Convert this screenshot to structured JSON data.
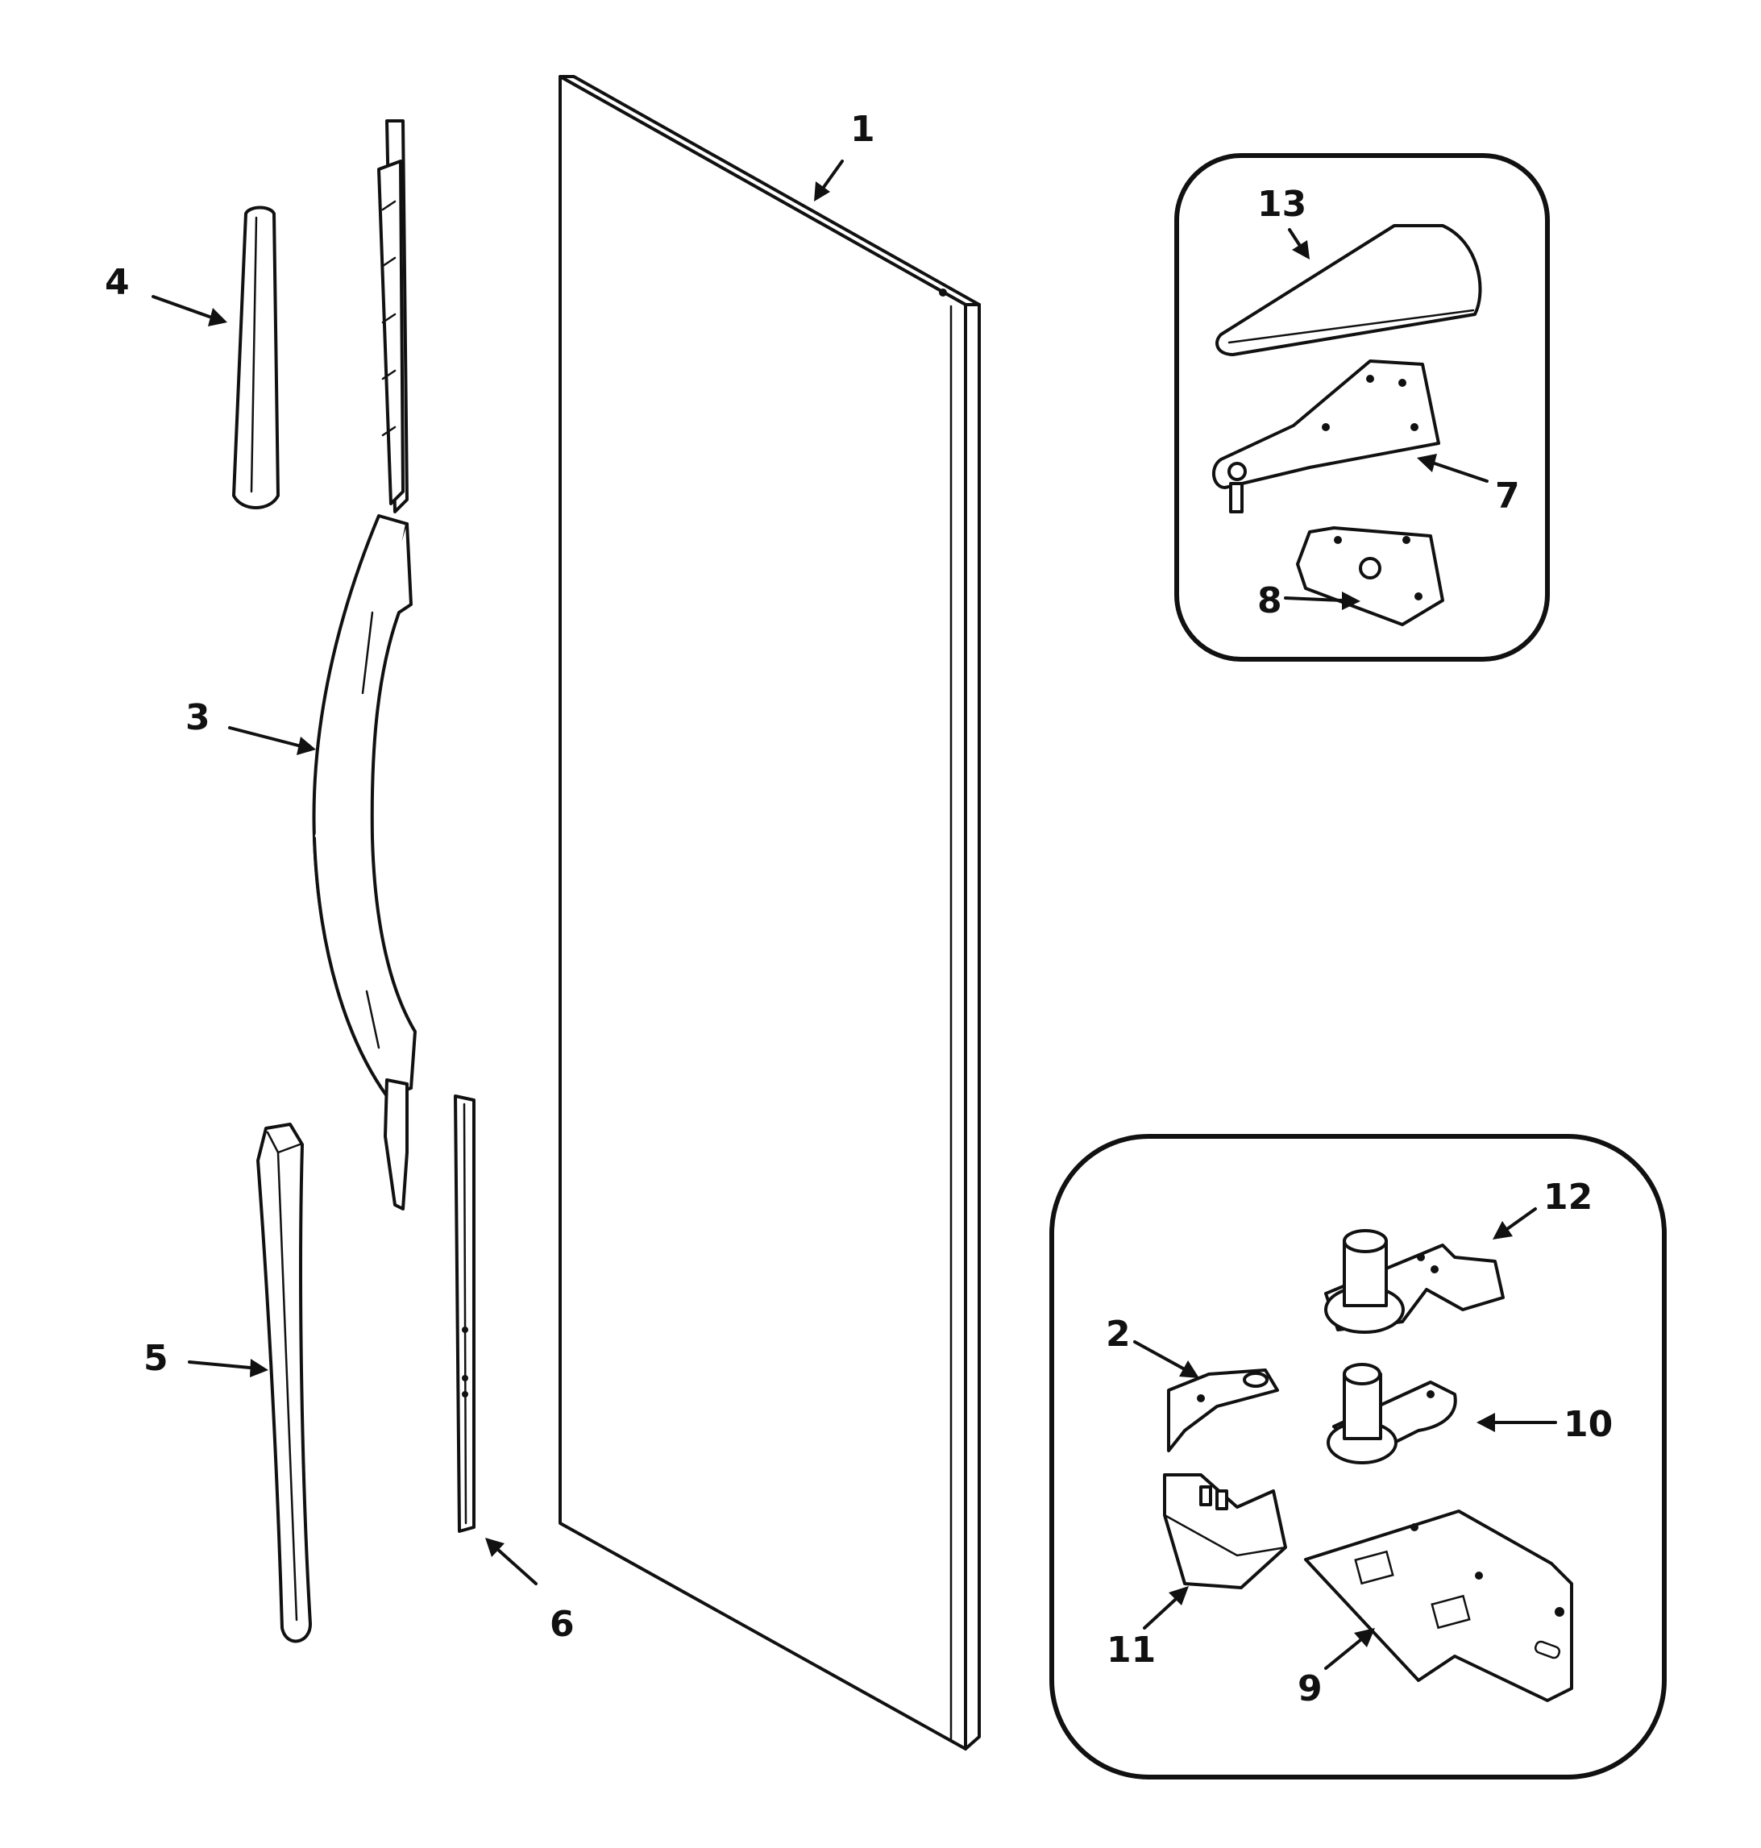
{
  "diagram": {
    "callouts": [
      {
        "id": "1",
        "label": "1"
      },
      {
        "id": "2",
        "label": "2"
      },
      {
        "id": "3",
        "label": "3"
      },
      {
        "id": "4",
        "label": "4"
      },
      {
        "id": "5",
        "label": "5"
      },
      {
        "id": "6",
        "label": "6"
      },
      {
        "id": "7",
        "label": "7"
      },
      {
        "id": "8",
        "label": "8"
      },
      {
        "id": "9",
        "label": "9"
      },
      {
        "id": "10",
        "label": "10"
      },
      {
        "id": "11",
        "label": "11"
      },
      {
        "id": "12",
        "label": "12"
      },
      {
        "id": "13",
        "label": "13"
      }
    ],
    "colors": {
      "line": "#111111",
      "background": "#ffffff"
    }
  }
}
